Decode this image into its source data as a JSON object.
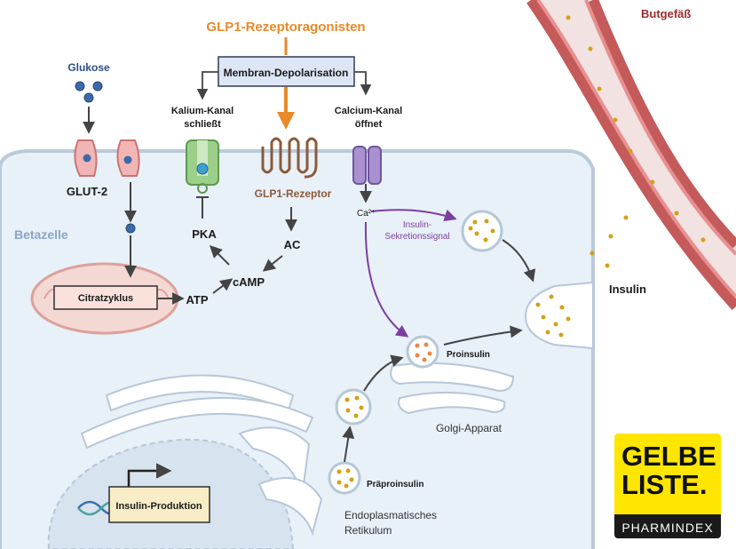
{
  "title": "GLP1-Rezeptoragonisten",
  "membrane_box": "Membran-Depolarisation",
  "blood_vessel": "Butgefäß",
  "glucose": "Glukose",
  "glut2": "GLUT-2",
  "beta_cell": "Betazelle",
  "potassium_channel": [
    "Kalium-Kanal",
    "schließt"
  ],
  "calcium_channel": [
    "Calcium-Kanal",
    "öffnet"
  ],
  "glp1_receptor": "GLP1-Rezeptor",
  "pka": "PKA",
  "ac": "AC",
  "camp": "cAMP",
  "atp": "ATP",
  "citric_cycle": "Citratzyklus",
  "calcium_ion": "Ca²⁺",
  "secretion_signal": [
    "Insulin-",
    "Sekretionssignal"
  ],
  "insulin": "Insulin",
  "proinsulin": "Proinsulin",
  "golgi": "Golgi-Apparat",
  "preproinsulin": "Präproinsulin",
  "er": [
    "Endoplasmatisches",
    "Retikulum"
  ],
  "insulin_production": "Insulin-Produktion",
  "logo": {
    "line1": "GELBE",
    "line2": "LISTE.",
    "line3": "PHARMINDEX"
  },
  "colors": {
    "orange": "#e88a2a",
    "purple": "#7b3fa0",
    "cell": "#e8f0f8",
    "vessel": "#d46a6a",
    "gold": "#d4a017"
  }
}
